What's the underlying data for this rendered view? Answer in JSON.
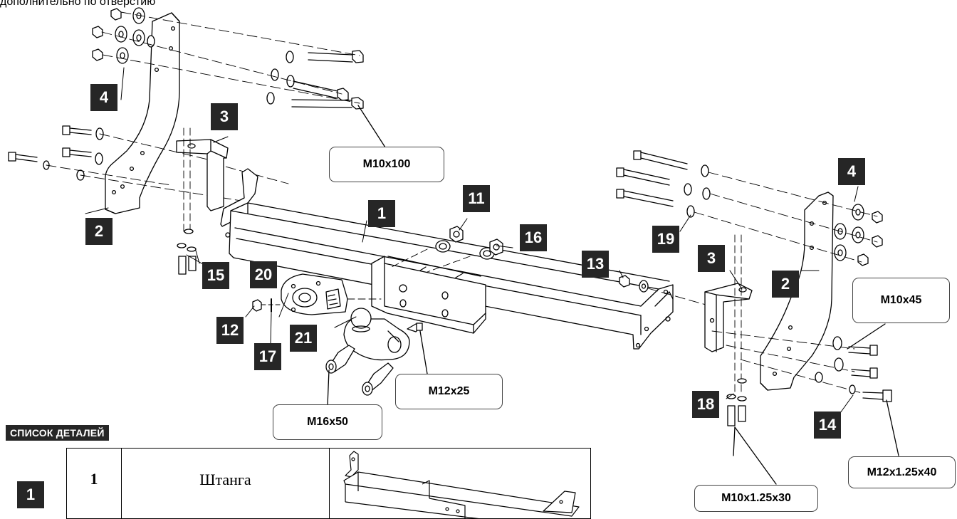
{
  "top_caption": "дополнительно по отверстию",
  "section_header": "СПИСОК ДЕТАЛЕЙ",
  "part_labels": {
    "p1": "1",
    "p2a": "2",
    "p2b": "2",
    "p3a": "3",
    "p3b": "3",
    "p4a": "4",
    "p4b": "4",
    "p11": "11",
    "p12": "12",
    "p13": "13",
    "p14": "14",
    "p15": "15",
    "p16": "16",
    "p17": "17",
    "p18": "18",
    "p19": "19",
    "p20": "20",
    "p21": "21"
  },
  "callouts": {
    "m10x100": "M10x100",
    "m10x45": "M10x45",
    "m12x25": "M12x25",
    "m16x50": "M16x50",
    "m12x125x40": "M12x1.25x40",
    "m10x125x30": "M10x1.25x30"
  },
  "parts_list": [
    {
      "index": "1",
      "qty": "1",
      "name": "Штанга"
    }
  ],
  "colors": {
    "label_bg": "#262626",
    "label_fg": "#ffffff",
    "line": "#000000"
  }
}
